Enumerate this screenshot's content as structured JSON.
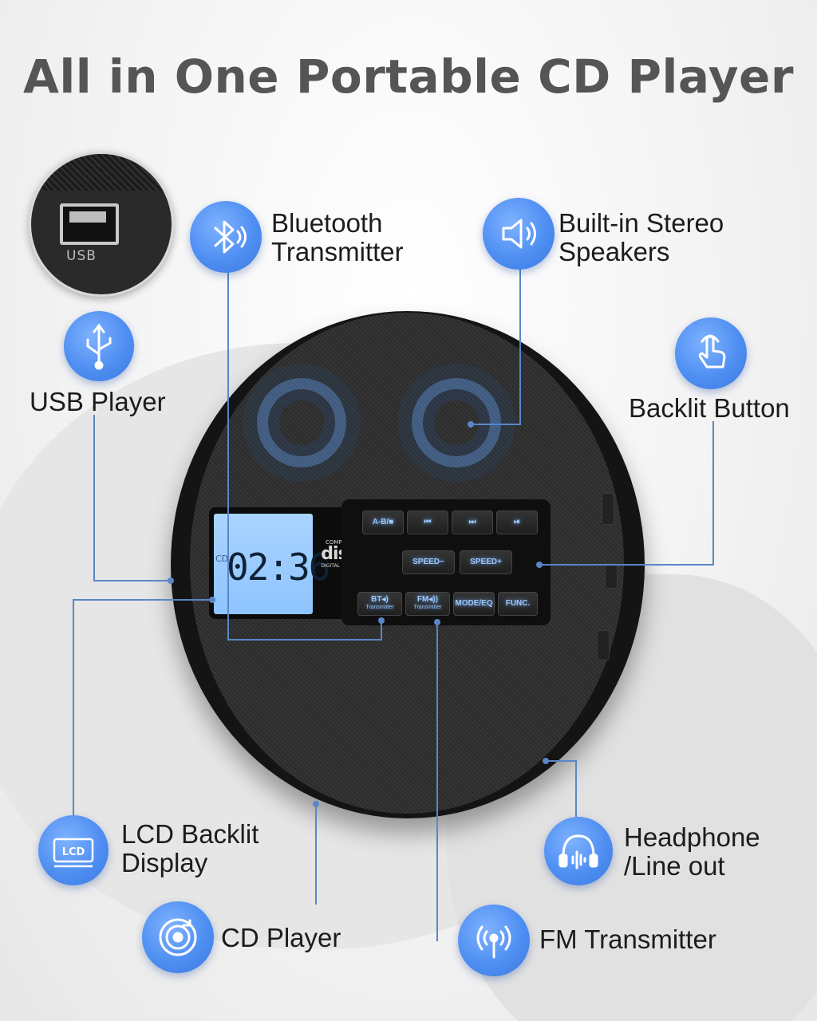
{
  "title": "All in One Portable CD Player",
  "accent_color": "#4f8ff2",
  "line_color": "#5a86c9",
  "inset": {
    "port_label": "USB"
  },
  "features": [
    {
      "id": "usb",
      "icon": "usb-icon",
      "label": "USB Player"
    },
    {
      "id": "bluetooth",
      "icon": "bluetooth-icon",
      "label_line1": "Bluetooth",
      "label_line2": "Transmitter"
    },
    {
      "id": "speakers",
      "icon": "speaker-icon",
      "label_line1": "Built-in Stereo",
      "label_line2": "Speakers"
    },
    {
      "id": "backlit",
      "icon": "touch-hand-icon",
      "label": "Backlit Button"
    },
    {
      "id": "lcd",
      "icon": "lcd-icon",
      "label_line1": "LCD Backlit",
      "label_line2": "Display"
    },
    {
      "id": "headphone",
      "icon": "headphone-icon",
      "label_line1": "Headphone",
      "label_line2": "/Line out"
    },
    {
      "id": "cd",
      "icon": "disc-music-icon",
      "label": "CD Player"
    },
    {
      "id": "fm",
      "icon": "antenna-icon",
      "label": "FM Transmitter"
    }
  ],
  "device": {
    "lcd_indicator": "CD",
    "lcd_time": "02:36",
    "logo_top": "COMPACT",
    "logo_main": "disc",
    "logo_bottom": "DIGITAL AUDIO",
    "buttons_row1": [
      "A-B/■",
      "⏮",
      "⏭",
      "⏯"
    ],
    "buttons_row2": [
      "SPEED−",
      "SPEED+"
    ],
    "buttons_row3": [
      {
        "main": "BT◂)",
        "sub": "Transmitter"
      },
      {
        "main": "FM◂))",
        "sub": "Transmitter"
      },
      {
        "main": "MODE/EQ",
        "sub": ""
      },
      {
        "main": "FUNC.",
        "sub": ""
      }
    ],
    "icon_lcd_text": "LCD"
  }
}
